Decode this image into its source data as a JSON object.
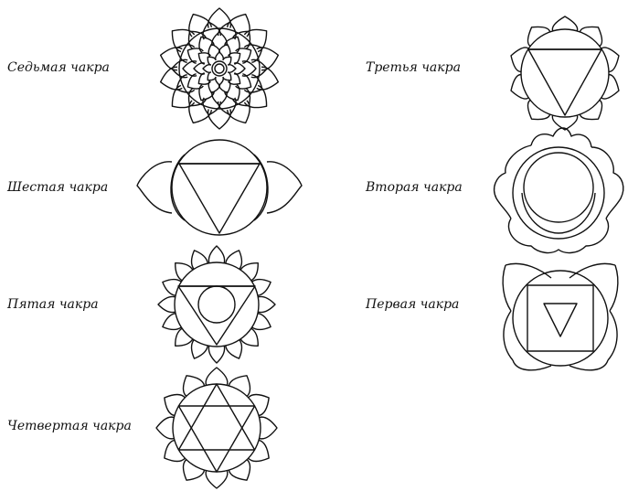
{
  "labels": {
    "seventh": "Седьмая чакра",
    "sixth": "Шестая чакра",
    "fifth": "Пятая чакра",
    "fourth": "Четвертая чакра",
    "third": "Третья чакра",
    "second": "Вторая чакра",
    "first": "Первая чакра"
  },
  "colors": {
    "ink": "#111111",
    "background": "#ffffff"
  }
}
